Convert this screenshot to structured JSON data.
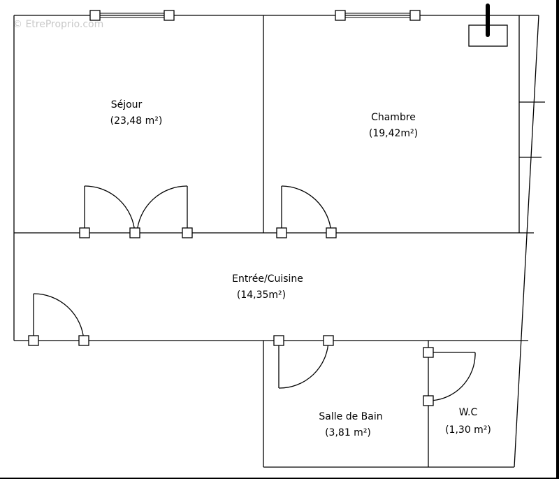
{
  "watermark": "© EtreProprio.com",
  "rooms": {
    "sejour": {
      "name": "Séjour",
      "area": "(23,48 m²)"
    },
    "chambre": {
      "name": "Chambre",
      "area": "(19,42m²)"
    },
    "entree": {
      "name": "Entrée/Cuisine",
      "area": "(14,35m²)"
    },
    "salle_de_bain": {
      "name": "Salle de Bain",
      "area": "(3,81 m²)"
    },
    "wc": {
      "name": "W.C",
      "area": "(1,30 m²)"
    }
  }
}
